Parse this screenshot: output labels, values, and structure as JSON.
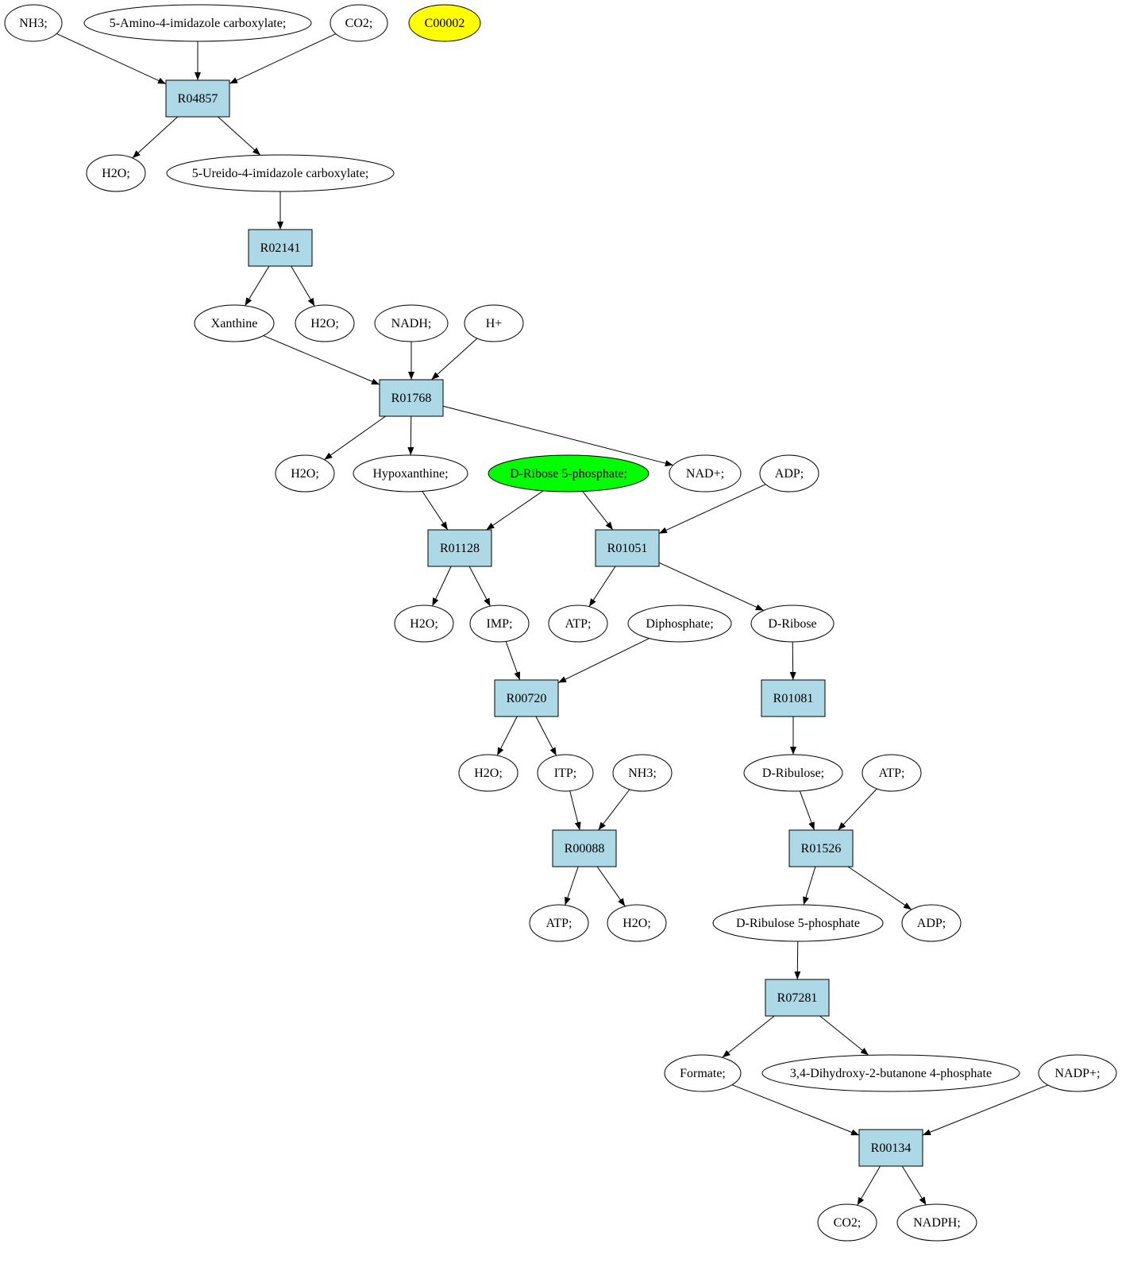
{
  "colors": {
    "reaction": "#add8e6",
    "highlight_yellow": "#ffff00",
    "highlight_green": "#00ff00",
    "compound": "#ffffff"
  },
  "nodes": [
    {
      "id": "n1",
      "label": "NH3;",
      "kind": "compound"
    },
    {
      "id": "n2",
      "label": "5-Amino-4-imidazole carboxylate;",
      "kind": "compound"
    },
    {
      "id": "n3",
      "label": "CO2;",
      "kind": "compound"
    },
    {
      "id": "n4",
      "label": "C00002",
      "kind": "compound",
      "fill": "highlight_yellow"
    },
    {
      "id": "r1",
      "label": "R04857",
      "kind": "reaction"
    },
    {
      "id": "n5",
      "label": "H2O;",
      "kind": "compound"
    },
    {
      "id": "n6",
      "label": "5-Ureido-4-imidazole carboxylate;",
      "kind": "compound"
    },
    {
      "id": "r2",
      "label": "R02141",
      "kind": "reaction"
    },
    {
      "id": "n7",
      "label": "Xanthine",
      "kind": "compound"
    },
    {
      "id": "n8",
      "label": "H2O;",
      "kind": "compound"
    },
    {
      "id": "n9",
      "label": "NADH;",
      "kind": "compound"
    },
    {
      "id": "n10",
      "label": "H+",
      "kind": "compound"
    },
    {
      "id": "r3",
      "label": "R01768",
      "kind": "reaction"
    },
    {
      "id": "n11",
      "label": "H2O;",
      "kind": "compound"
    },
    {
      "id": "n12",
      "label": "Hypoxanthine;",
      "kind": "compound"
    },
    {
      "id": "n13",
      "label": "D-Ribose 5-phosphate;",
      "kind": "compound",
      "fill": "highlight_green"
    },
    {
      "id": "n14",
      "label": "NAD+;",
      "kind": "compound"
    },
    {
      "id": "n15",
      "label": "ADP;",
      "kind": "compound"
    },
    {
      "id": "r4",
      "label": "R01128",
      "kind": "reaction"
    },
    {
      "id": "r5",
      "label": "R01051",
      "kind": "reaction"
    },
    {
      "id": "n16",
      "label": "H2O;",
      "kind": "compound"
    },
    {
      "id": "n17",
      "label": "IMP;",
      "kind": "compound"
    },
    {
      "id": "n18",
      "label": "ATP;",
      "kind": "compound"
    },
    {
      "id": "n19",
      "label": "Diphosphate;",
      "kind": "compound"
    },
    {
      "id": "n20",
      "label": "D-Ribose",
      "kind": "compound"
    },
    {
      "id": "r6",
      "label": "R00720",
      "kind": "reaction"
    },
    {
      "id": "r7",
      "label": "R01081",
      "kind": "reaction"
    },
    {
      "id": "n21",
      "label": "H2O;",
      "kind": "compound"
    },
    {
      "id": "n22",
      "label": "ITP;",
      "kind": "compound"
    },
    {
      "id": "n23",
      "label": "NH3;",
      "kind": "compound"
    },
    {
      "id": "n24",
      "label": "D-Ribulose;",
      "kind": "compound"
    },
    {
      "id": "n25",
      "label": "ATP;",
      "kind": "compound"
    },
    {
      "id": "r8",
      "label": "R00088",
      "kind": "reaction"
    },
    {
      "id": "r9",
      "label": "R01526",
      "kind": "reaction"
    },
    {
      "id": "n26",
      "label": "ATP;",
      "kind": "compound"
    },
    {
      "id": "n27",
      "label": "H2O;",
      "kind": "compound"
    },
    {
      "id": "n28",
      "label": "D-Ribulose 5-phosphate",
      "kind": "compound"
    },
    {
      "id": "n29",
      "label": "ADP;",
      "kind": "compound"
    },
    {
      "id": "r10",
      "label": "R07281",
      "kind": "reaction"
    },
    {
      "id": "n30",
      "label": "Formate;",
      "kind": "compound"
    },
    {
      "id": "n31",
      "label": "3,4-Dihydroxy-2-butanone 4-phosphate",
      "kind": "compound"
    },
    {
      "id": "n32",
      "label": "NADP+;",
      "kind": "compound"
    },
    {
      "id": "r11",
      "label": "R00134",
      "kind": "reaction"
    },
    {
      "id": "n33",
      "label": "CO2;",
      "kind": "compound"
    },
    {
      "id": "n34",
      "label": "NADPH;",
      "kind": "compound"
    }
  ],
  "edges": [
    [
      "n1",
      "r1"
    ],
    [
      "n2",
      "r1"
    ],
    [
      "n3",
      "r1"
    ],
    [
      "r1",
      "n5"
    ],
    [
      "r1",
      "n6"
    ],
    [
      "n6",
      "r2"
    ],
    [
      "r2",
      "n7"
    ],
    [
      "r2",
      "n8"
    ],
    [
      "n7",
      "r3"
    ],
    [
      "n9",
      "r3"
    ],
    [
      "n10",
      "r3"
    ],
    [
      "r3",
      "n11"
    ],
    [
      "r3",
      "n12"
    ],
    [
      "r3",
      "n14"
    ],
    [
      "n12",
      "r4"
    ],
    [
      "n13",
      "r4"
    ],
    [
      "n13",
      "r5"
    ],
    [
      "n15",
      "r5"
    ],
    [
      "r4",
      "n16"
    ],
    [
      "r4",
      "n17"
    ],
    [
      "r5",
      "n18"
    ],
    [
      "r5",
      "n20"
    ],
    [
      "n17",
      "r6"
    ],
    [
      "n19",
      "r6"
    ],
    [
      "n20",
      "r7"
    ],
    [
      "r6",
      "n21"
    ],
    [
      "r6",
      "n22"
    ],
    [
      "r7",
      "n24"
    ],
    [
      "n22",
      "r8"
    ],
    [
      "n23",
      "r8"
    ],
    [
      "n24",
      "r9"
    ],
    [
      "n25",
      "r9"
    ],
    [
      "r8",
      "n26"
    ],
    [
      "r8",
      "n27"
    ],
    [
      "r9",
      "n28"
    ],
    [
      "r9",
      "n29"
    ],
    [
      "n28",
      "r10"
    ],
    [
      "r10",
      "n30"
    ],
    [
      "r10",
      "n31"
    ],
    [
      "n30",
      "r11"
    ],
    [
      "n32",
      "r11"
    ],
    [
      "r11",
      "n33"
    ],
    [
      "r11",
      "n34"
    ]
  ]
}
